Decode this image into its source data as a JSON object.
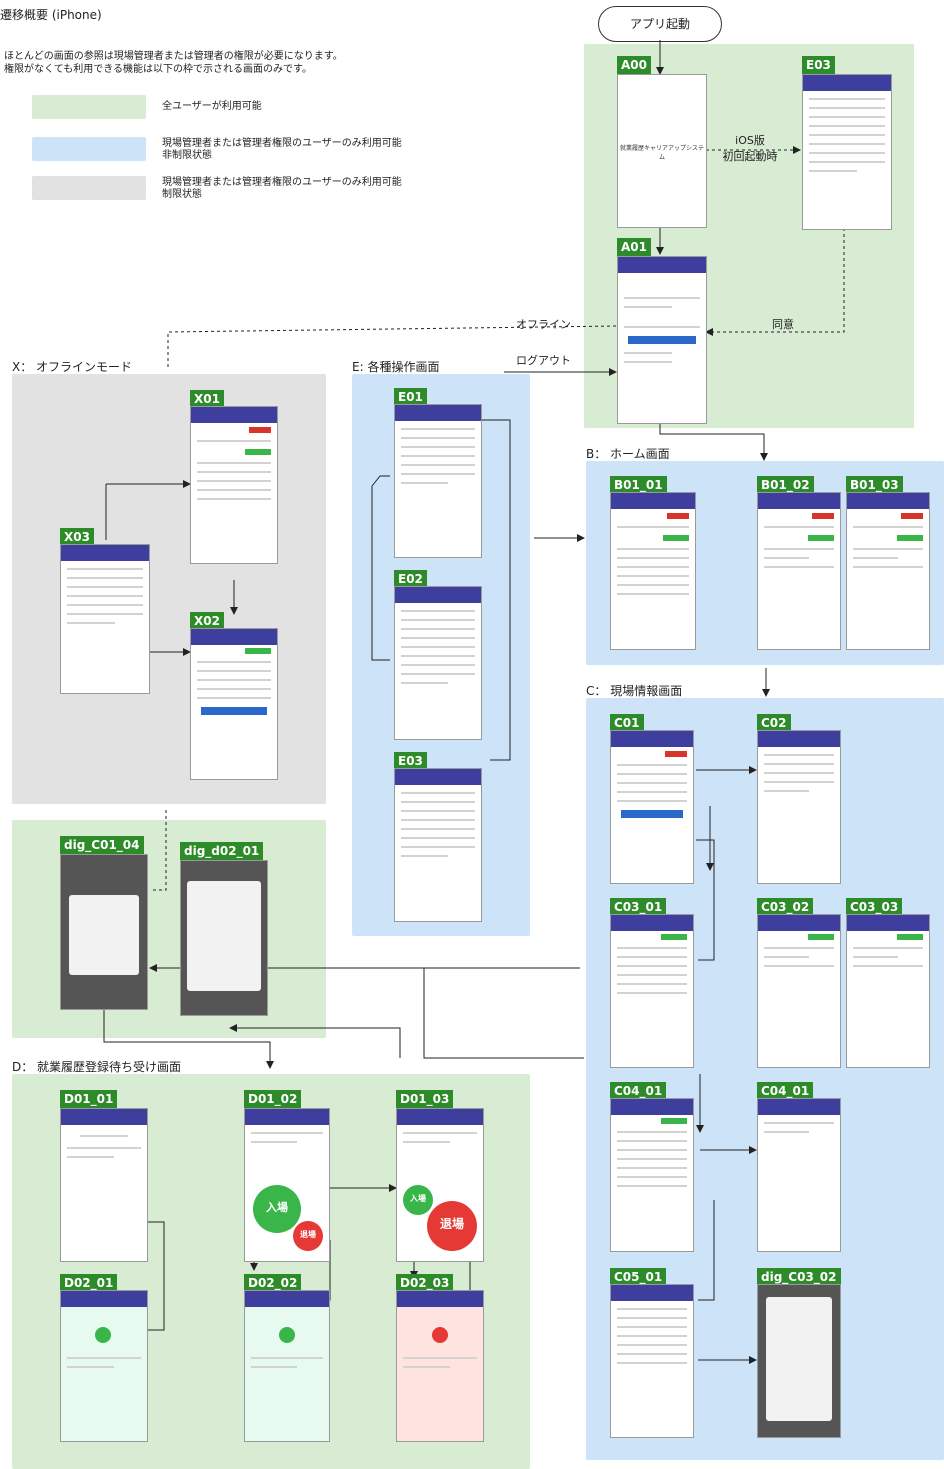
{
  "title": "遷移概要 (iPhone)",
  "note_lines": [
    "ほとんどの画面の参照は現場管理者または管理者の権限が必要になります。",
    "権限がなくても利用できる機能は以下の枠で示される画面のみです。"
  ],
  "legend": [
    {
      "color": "#d8ebd3",
      "text": "全ユーザーが利用可能"
    },
    {
      "color": "#cde3f7",
      "line1": "現場管理者または管理者権限のユーザーのみ利用可能",
      "line2": "非制限状態"
    },
    {
      "color": "#e2e2e2",
      "line1": "現場管理者または管理者権限のユーザーのみ利用可能",
      "line2": "制限状態"
    }
  ],
  "start_node": "アプリ起動",
  "sections": {
    "X": "X： オフラインモード",
    "E": "E: 各種操作画面",
    "B": "B： ホーム画面",
    "C": "C： 現場情報画面",
    "D": "D： 就業履歴登録待ち受け画面"
  },
  "edge_labels": {
    "ios_first_line1": "iOS版",
    "ios_first_line2": "初回起動時",
    "agree": "同意",
    "offline": "オフライン",
    "logout": "ログアウト"
  },
  "screens": {
    "A00": "A00",
    "E03a": "E03",
    "A01": "A01",
    "X01": "X01",
    "X02": "X02",
    "X03": "X03",
    "E01": "E01",
    "E02": "E02",
    "E03b": "E03",
    "B01_01": "B01_01",
    "B01_02": "B01_02",
    "B01_03": "B01_03",
    "C01": "C01",
    "C02": "C02",
    "C03_01": "C03_01",
    "C03_02": "C03_02",
    "C03_03": "C03_03",
    "C04_01a": "C04_01",
    "C04_01b": "C04_01",
    "C05_01": "C05_01",
    "dig_C03_02": "dig_C03_02",
    "dig_C01_04": "dig_C01_04",
    "dig_d02_01": "dig_d02_01",
    "D01_01": "D01_01",
    "D01_02": "D01_02",
    "D01_03": "D01_03",
    "D02_01": "D02_01",
    "D02_02": "D02_02",
    "D02_03": "D02_03"
  },
  "screen_text": {
    "a00_app": "就業履歴キャリアアップシステム",
    "enter": "入場",
    "exit": "退場"
  },
  "colors": {
    "green_region": "#d8ebd3",
    "blue_region": "#cde3f7",
    "gray_region": "#e2e2e2",
    "tag_green": "#2e8b2a",
    "nav_purple": "#3e3e9e"
  }
}
